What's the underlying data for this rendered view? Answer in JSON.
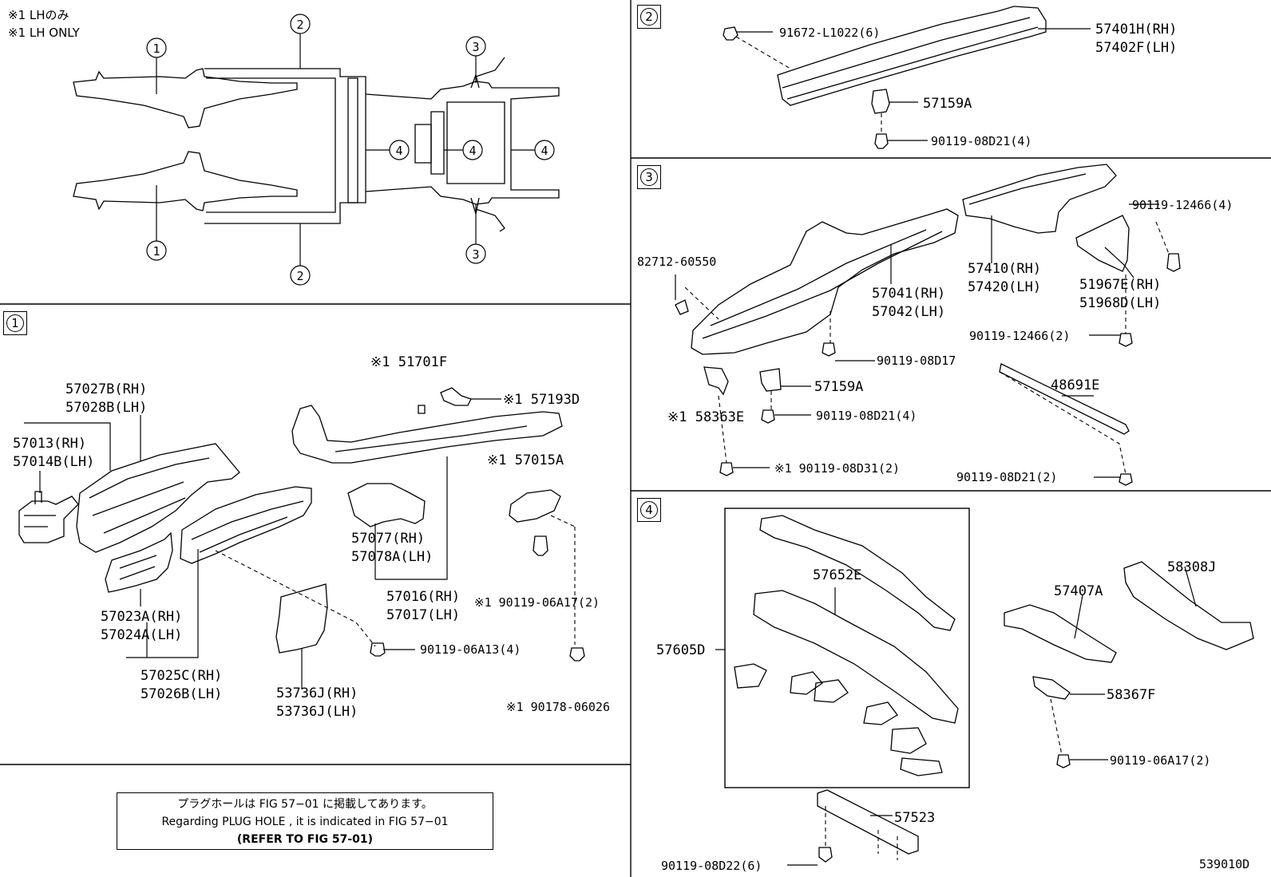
{
  "top_note": {
    "line1": "※1 LHのみ",
    "line2": "※1 LH ONLY"
  },
  "sections": {
    "s1": "1",
    "s2": "2",
    "s3": "3",
    "s4": "4"
  },
  "overview_callouts": {
    "c1a": "1",
    "c1b": "1",
    "c2a": "2",
    "c2b": "2",
    "c3a": "3",
    "c3b": "3",
    "c4a": "4",
    "c4b": "4",
    "c4c": "4"
  },
  "section1_labels": {
    "p57027": "57027B(RH)",
    "p57028": "57028B(LH)",
    "p57013": "57013(RH)",
    "p57014": "57014B(LH)",
    "p57023": "57023A(RH)",
    "p57024": "57024A(LH)",
    "p57025": "57025C(RH)",
    "p57026": "57026B(LH)",
    "p53736a": "53736J(RH)",
    "p53736b": "53736J(LH)",
    "p51701": "※1 51701F",
    "p57193": "※1 57193D",
    "p57077": "57077(RH)",
    "p57078": "57078A(LH)",
    "p57016": "57016(RH)",
    "p57017": "57017(LH)",
    "p57015": "※1 57015A",
    "p90119a": "※1 90119-06A17(2)",
    "p90119b": "90119-06A13(4)",
    "p90178": "※1 90178-06026"
  },
  "section2_labels": {
    "p91672": "91672-L1022(6)",
    "p57401": "57401H(RH)",
    "p57402": "57402F(LH)",
    "p57159": "57159A",
    "p90119": "90119-08D21(4)"
  },
  "section3_labels": {
    "p82712": "82712-60550",
    "p57041": "57041(RH)",
    "p57042": "57042(LH)",
    "p57410": "57410(RH)",
    "p57420": "57420(LH)",
    "p90119_12466a": "90119-12466(4)",
    "p51967": "51967E(RH)",
    "p51968": "51968D(LH)",
    "p90119_12466b": "90119-12466(2)",
    "p90119_08d17": "90119-08D17",
    "p57159": "57159A",
    "p58363": "※1 58363E",
    "p90119_08d21": "90119-08D21(4)",
    "p48691": "48691E",
    "p90119_08d31": "※1 90119-08D31(2)",
    "p90119_08d21b": "90119-08D21(2)"
  },
  "section4_labels": {
    "p57652": "57652E",
    "p57605": "57605D",
    "p57407": "57407A",
    "p58308": "58308J",
    "p58367": "58367F",
    "p90119_06a17": "90119-06A17(2)",
    "p57523": "57523",
    "p90119_08d22": "90119-08D22(6)"
  },
  "reference_note": {
    "jp": "プラグホールは FIG 57−01 に掲載してあります。",
    "en": "Regarding  PLUG  HOLE , it is indicated in  FIG  57−01",
    "ref": "(REFER  TO  FIG  57-01)"
  },
  "figure_number": "539010D"
}
